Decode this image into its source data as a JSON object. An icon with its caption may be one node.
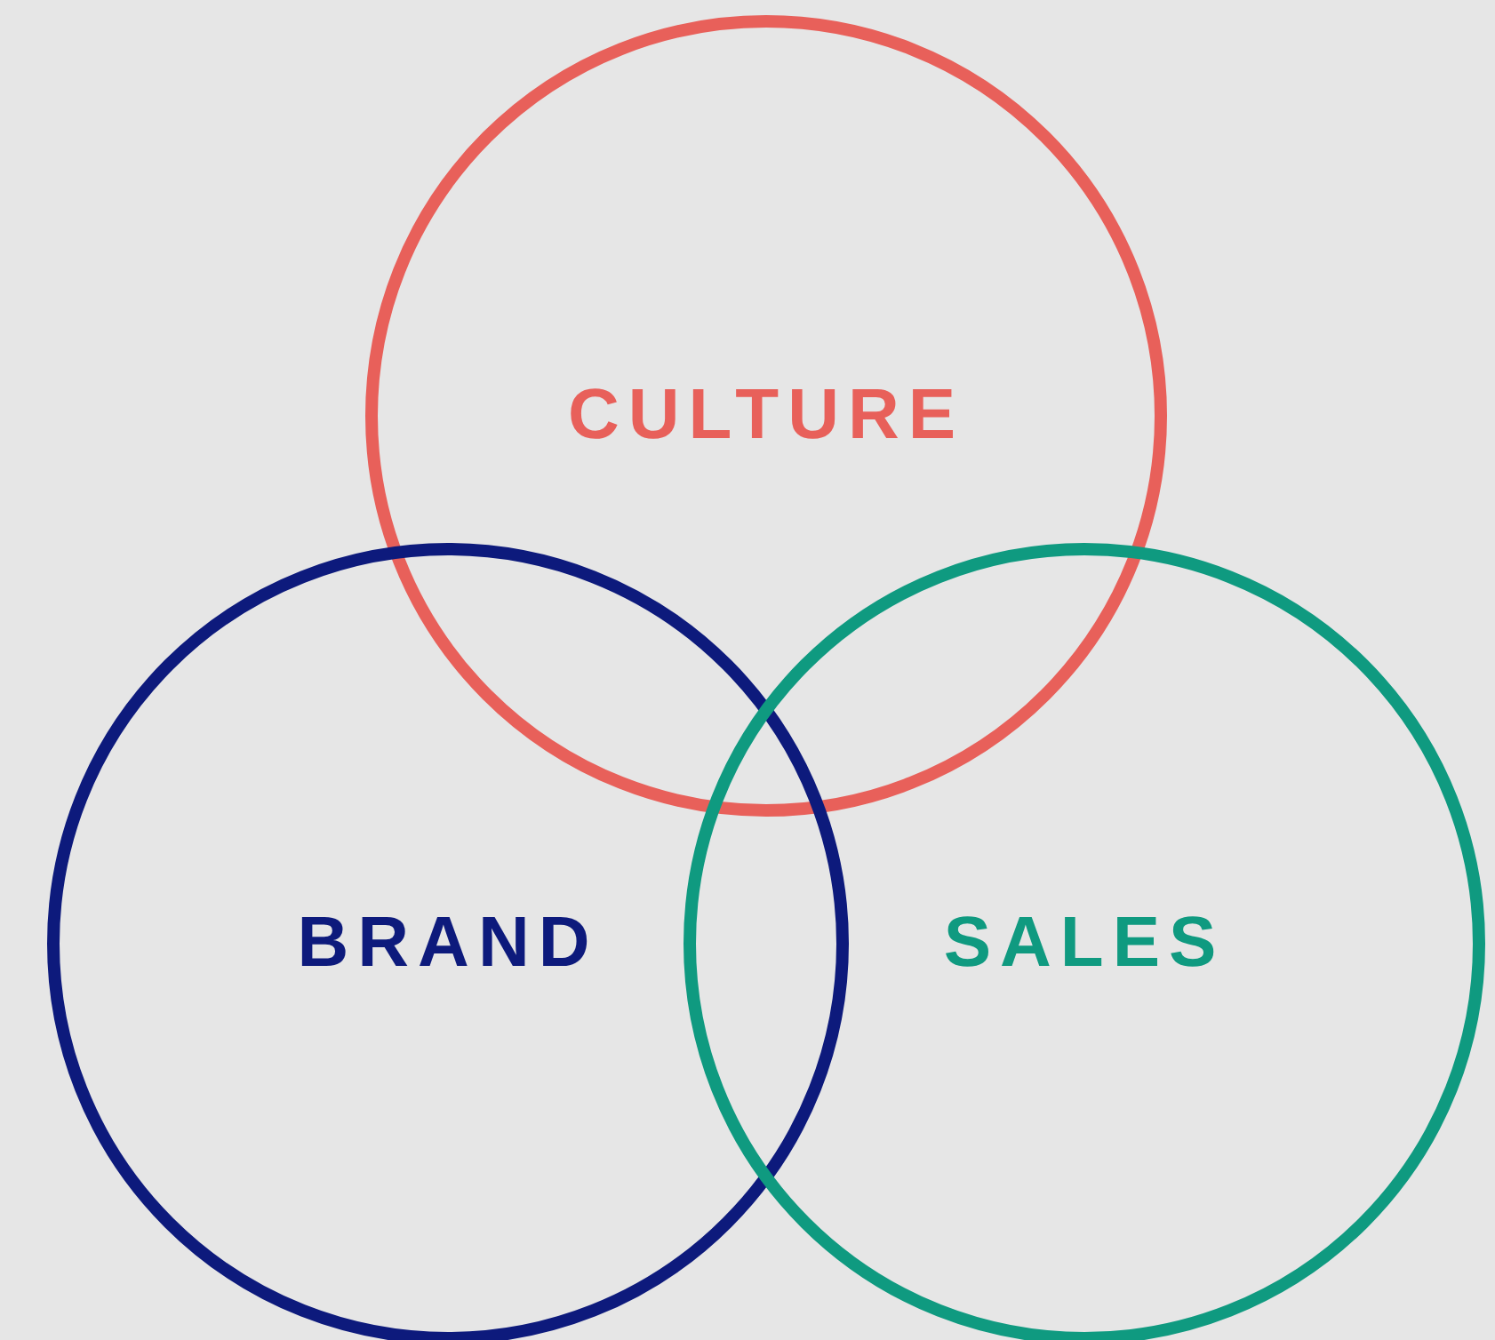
{
  "diagram": {
    "nodes": [
      {
        "text": [
          "CULTURE"
        ]
      },
      {
        "text": [
          "BRAND"
        ]
      },
      {
        "text": [
          "SALES"
        ]
      }
    ],
    "edges": []
  }
}
